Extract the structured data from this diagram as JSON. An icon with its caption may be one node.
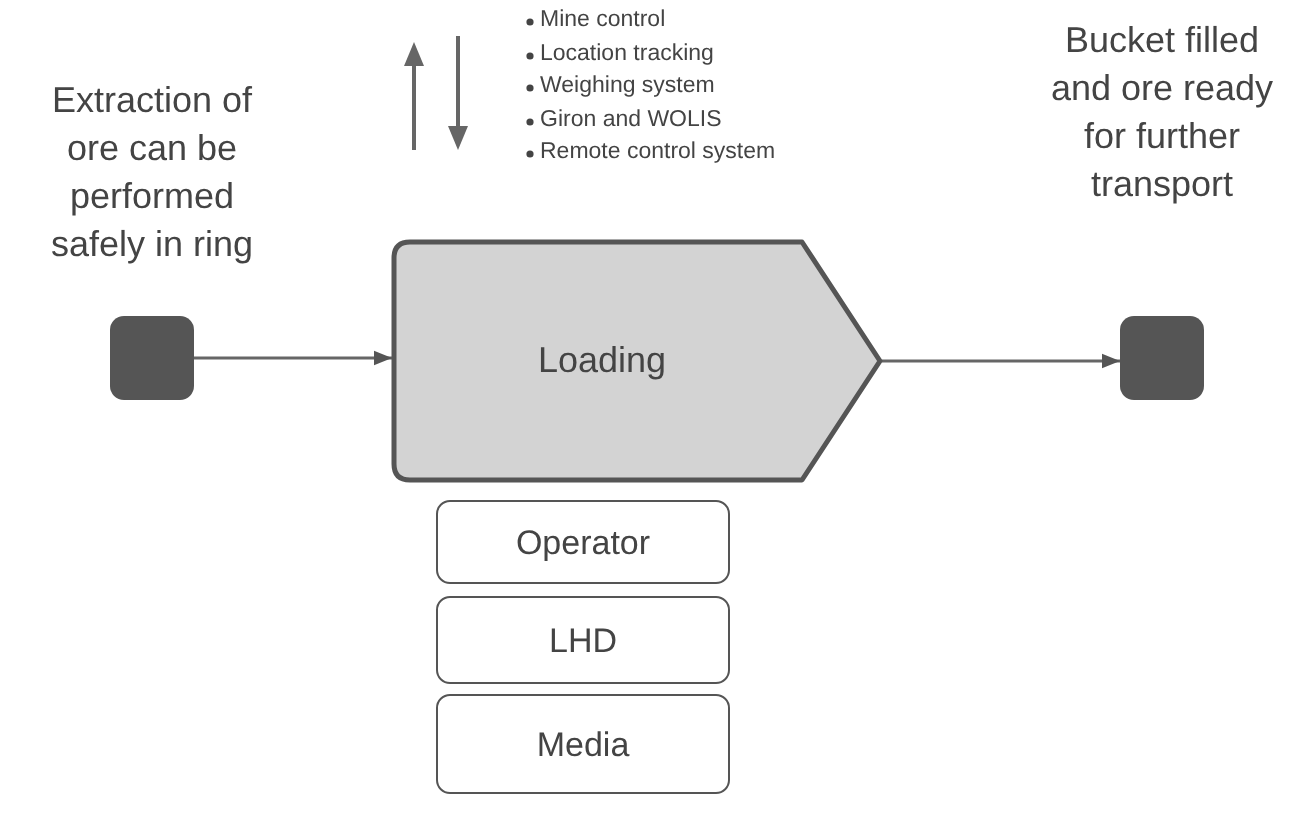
{
  "diagram": {
    "nodes": [
      {
        "text": [
          "Extraction of ore can be performed safely in ring"
        ]
      },
      {
        "text": [
          "Loading"
        ]
      },
      {
        "text": [
          "Bucket filled and ore ready for further transport"
        ]
      },
      {
        "text": [
          "Operator"
        ]
      },
      {
        "text": [
          "LHD"
        ]
      },
      {
        "text": [
          "Media"
        ]
      }
    ],
    "edges": [
      {
        "from": 0,
        "to": 1,
        "arrow": "to"
      },
      {
        "from": 1,
        "to": 2,
        "arrow": "to"
      }
    ],
    "labels": [
      "Mine control",
      "Location tracking",
      "Weighing system",
      "Giron and WOLIS",
      "Remote control system"
    ]
  }
}
